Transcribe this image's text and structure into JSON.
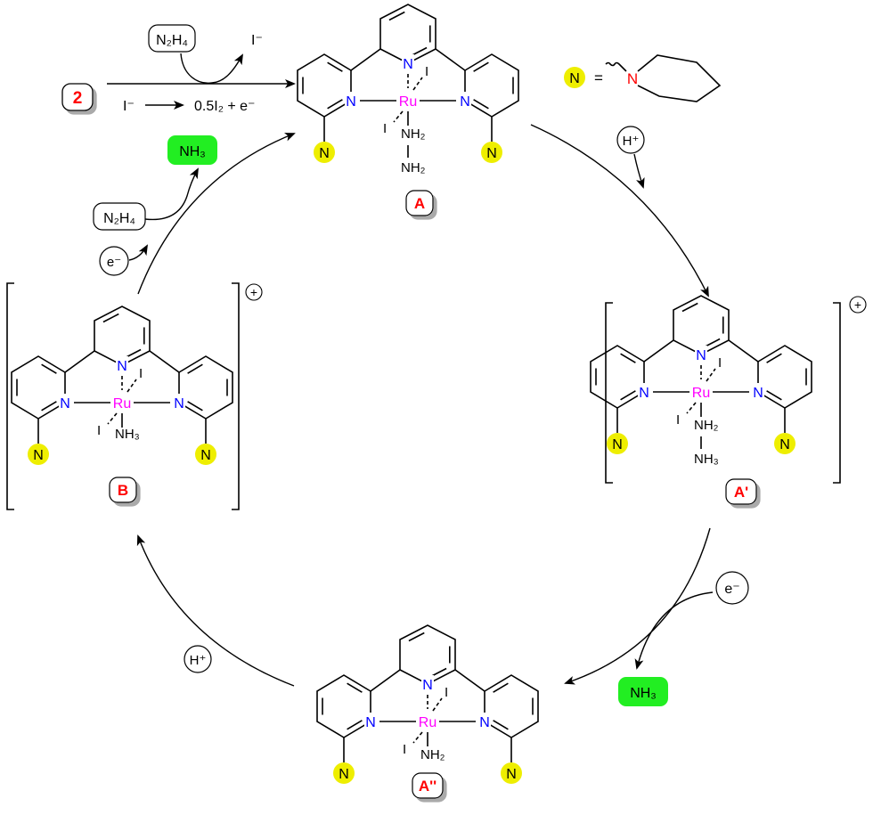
{
  "colors": {
    "nitrogen": "#0000ff",
    "ruthenium": "#ff00ff",
    "label": "#ff0000",
    "nh3_badge": "#22ee22",
    "amine_marker": "#eeee00"
  },
  "start": {
    "compound_label": "2",
    "reagent": "N₂H₄",
    "byproduct": "I⁻",
    "side_reaction_left": "I⁻",
    "side_reaction_right": "0.5I₂ + e⁻"
  },
  "legend": {
    "marker_text": "N",
    "equals": "=",
    "piperidine_n": "N"
  },
  "complexes": [
    {
      "id": "A",
      "label": "A",
      "charge": "",
      "ligand1": "NH₂",
      "ligand2": "NH₂"
    },
    {
      "id": "A-prime",
      "label": "A'",
      "charge": "+",
      "ligand1": "NH₂",
      "ligand2": "NH₃"
    },
    {
      "id": "A-double-prime",
      "label": "A''",
      "charge": "",
      "ligand1": "NH₂",
      "ligand2": ""
    },
    {
      "id": "B",
      "label": "B",
      "charge": "+",
      "ligand1": "NH₃",
      "ligand2": ""
    }
  ],
  "atoms": {
    "metal": "Ru",
    "n": "N",
    "iodide": "I"
  },
  "steps": {
    "a_to_aprime": {
      "reagent": "H⁺"
    },
    "aprime_to_adp": {
      "reagent": "e⁻",
      "product": "NH₃"
    },
    "adp_to_b": {
      "reagent": "H⁺"
    },
    "b_to_a": {
      "reagent1": "e⁻",
      "reagent2": "N₂H₄",
      "product": "NH₃"
    }
  }
}
